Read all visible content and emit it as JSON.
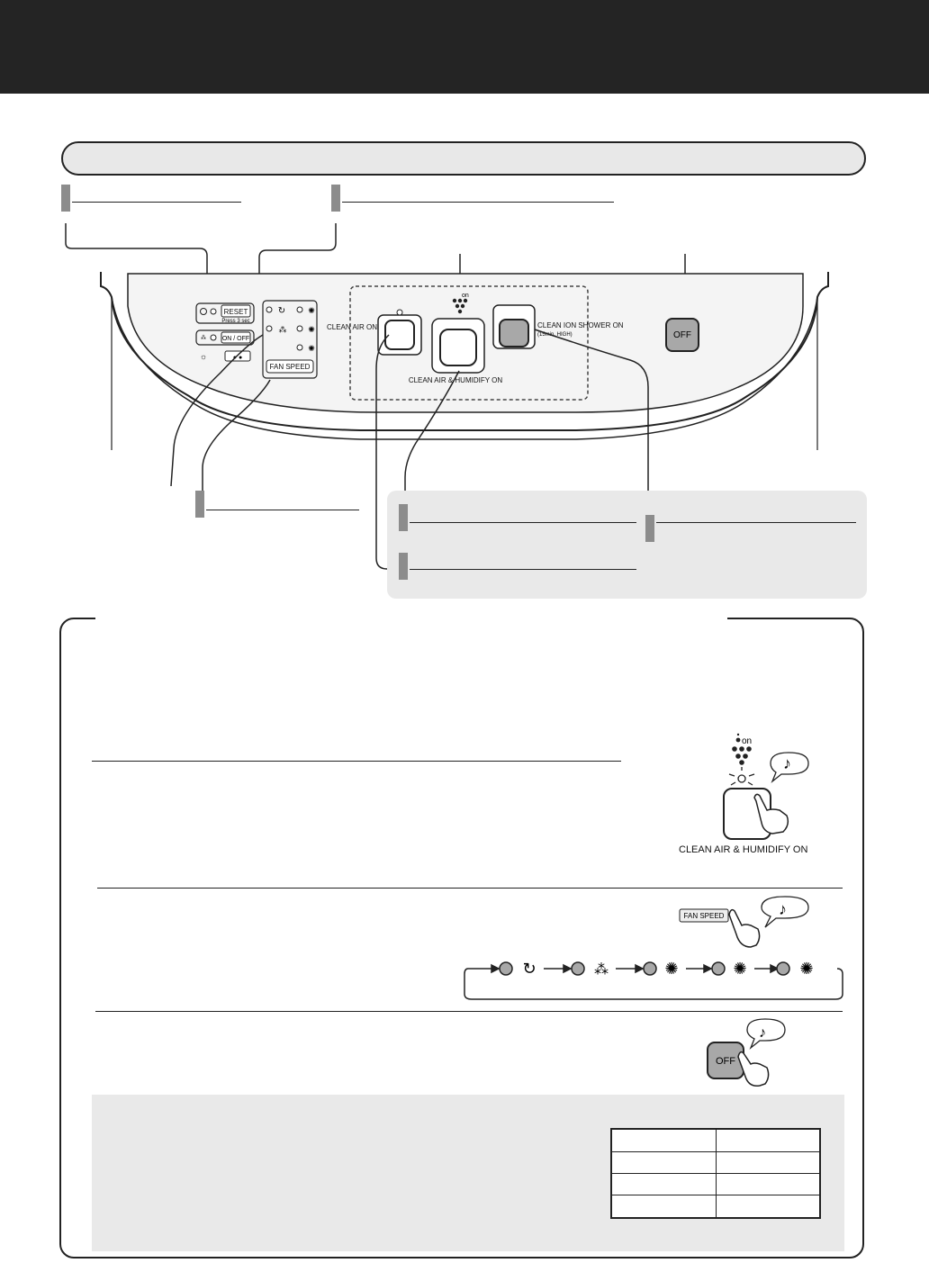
{
  "panel": {
    "reset_label": "RESET",
    "reset_hint": "Press 3 sec",
    "onoff_label": "ON / OFF",
    "fan_speed_label": "FAN SPEED",
    "ion_label": "on",
    "clean_air_on": "CLEAN AIR ON",
    "clean_air_humidify_on": "CLEAN AIR & HUMIDIFY ON",
    "clean_ion_shower_on": "CLEAN ION SHOWER ON",
    "clean_ion_shower_sub": "(15min, HIGH)",
    "off_label": "OFF"
  },
  "steps": {
    "step1_caption": "CLEAN AIR & HUMIDIFY ON",
    "step2_button": "FAN SPEED",
    "step3_button": "OFF",
    "beep_symbol": "♪"
  },
  "spec_table": {
    "rows": [
      [
        "",
        ""
      ],
      [
        "",
        ""
      ],
      [
        "",
        ""
      ],
      [
        "",
        ""
      ]
    ]
  },
  "colors": {
    "header": "#242424",
    "tag": "#8c8c8c",
    "panel_bg": "#f4f4f4",
    "gray_box": "#e9e9e9"
  }
}
